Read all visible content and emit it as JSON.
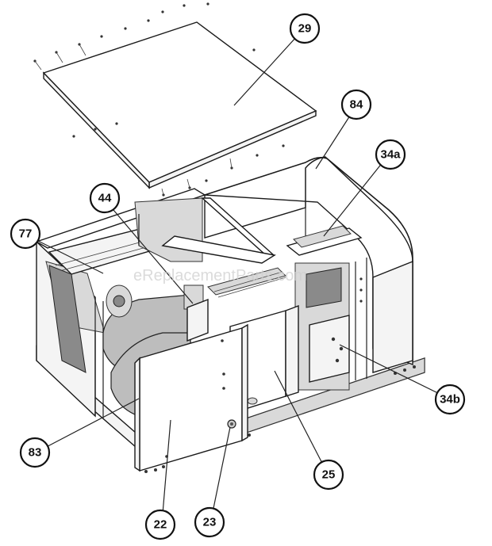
{
  "diagram": {
    "watermark": "eReplacementParts.com",
    "callouts": [
      {
        "id": "29",
        "label": "29"
      },
      {
        "id": "84",
        "label": "84"
      },
      {
        "id": "34a",
        "label": "34a"
      },
      {
        "id": "44",
        "label": "44"
      },
      {
        "id": "77",
        "label": "77"
      },
      {
        "id": "34b",
        "label": "34b"
      },
      {
        "id": "83",
        "label": "83"
      },
      {
        "id": "25",
        "label": "25"
      },
      {
        "id": "22",
        "label": "22"
      },
      {
        "id": "23",
        "label": "23"
      }
    ]
  }
}
